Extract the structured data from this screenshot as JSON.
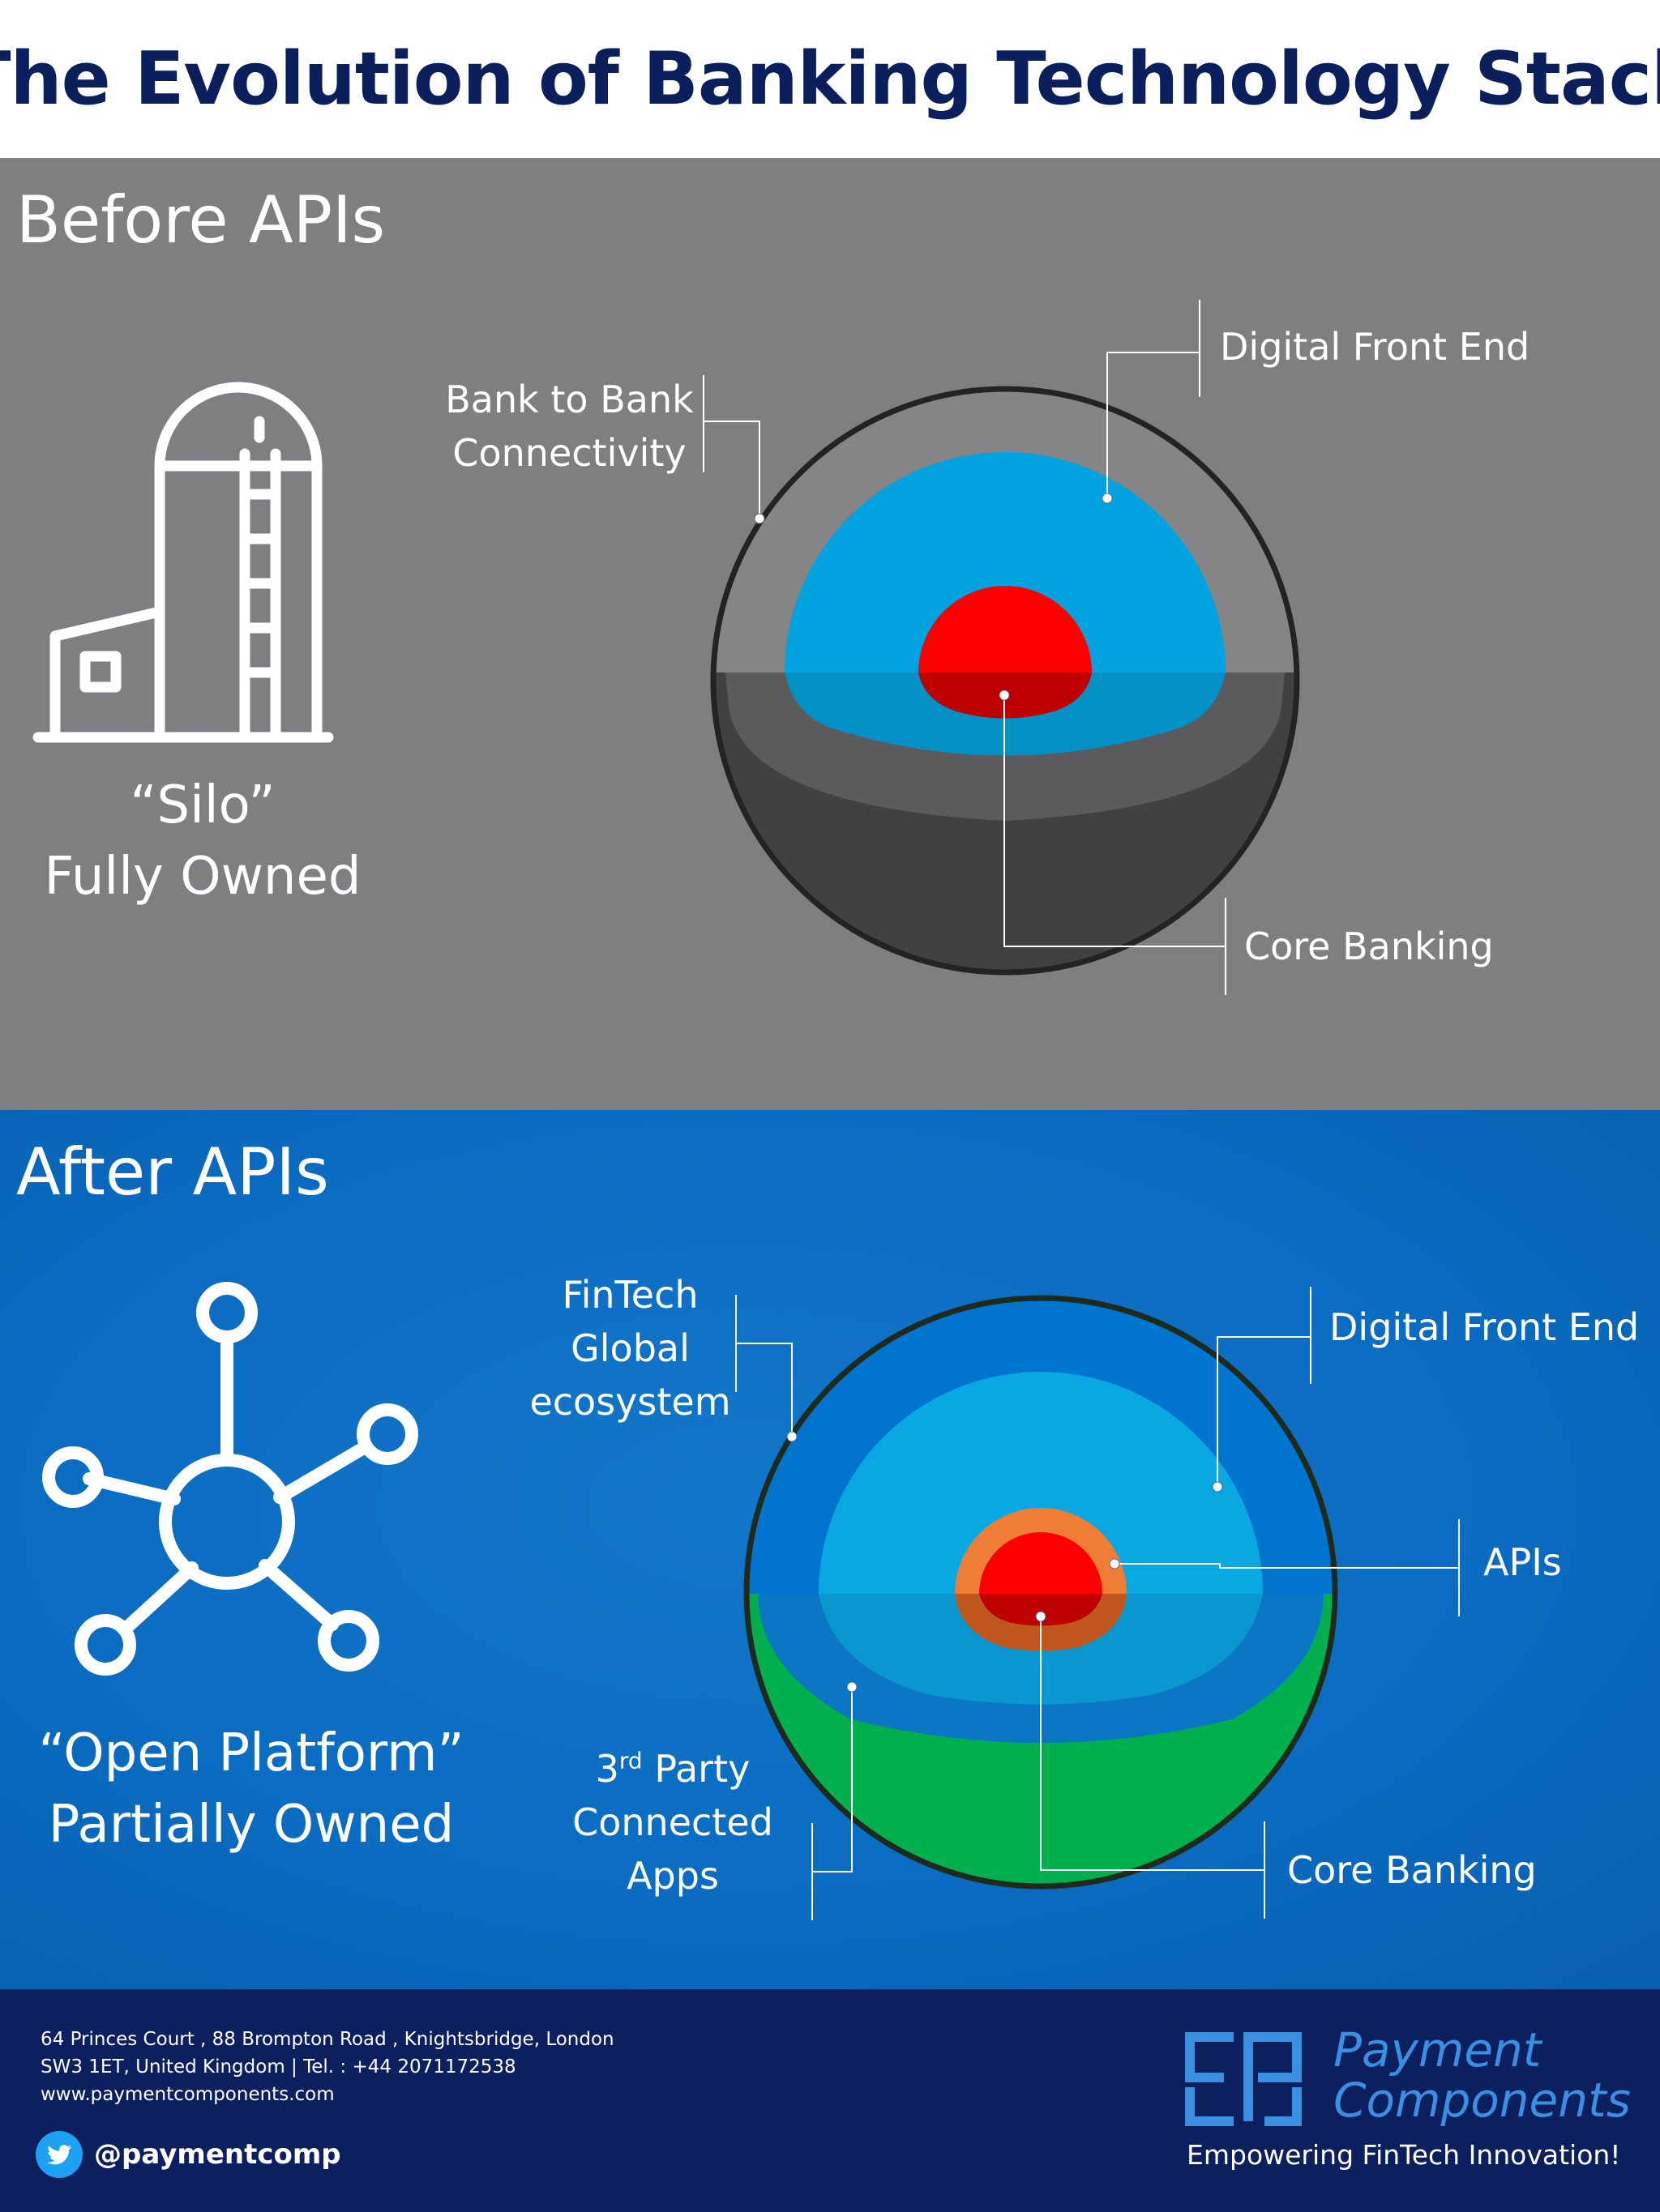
{
  "title": "The Evolution of Banking Technology Stack",
  "before": {
    "heading": "Before APIs",
    "caption_line1": "“Silo”",
    "caption_line2": "Fully Owned",
    "labels": {
      "b2b_line1": "Bank to Bank",
      "b2b_line2": "Connectivity",
      "digital_front_end": "Digital Front End",
      "core_banking": "Core Banking"
    }
  },
  "after": {
    "heading": "After APIs",
    "caption_line1": "“Open Platform”",
    "caption_line2": "Partially Owned",
    "labels": {
      "fintech_line1": "FinTech",
      "fintech_line2": "Global",
      "fintech_line3": "ecosystem",
      "digital_front_end": "Digital Front End",
      "apis": "APIs",
      "third_party_num": "3",
      "third_party_sup": "rd",
      "third_party_word": " Party",
      "third_party_line2": "Connected",
      "third_party_line3": "Apps",
      "core_banking": "Core Banking"
    }
  },
  "footer": {
    "address_line1": "64 Princes Court , 88 Brompton Road , Knightsbridge, London",
    "address_line2": "SW3 1ET, United Kingdom | Tel. : +44 2071172538",
    "website": "www.paymentcomponents.com",
    "twitter_handle": "@paymentcomp",
    "brand_line1": "Payment",
    "brand_line2": "Components",
    "tagline": "Empowering FinTech Innovation!"
  },
  "colors": {
    "title_navy": "#0b1f5c",
    "before_bg": "#7f7e80",
    "after_bg": "#0a6cc2",
    "footer_bg": "#0c1f5e",
    "front_end_blue": "#00a3df",
    "core_red": "#ff0000",
    "api_orange": "#ee7d3a",
    "ecosystem_green": "#00b04f",
    "brand_blue": "#3a8fe0"
  },
  "icons": {
    "silo": "silo-icon",
    "network": "network-hub-icon",
    "twitter": "twitter-bird-icon",
    "brand_logo": "payment-components-logo"
  }
}
